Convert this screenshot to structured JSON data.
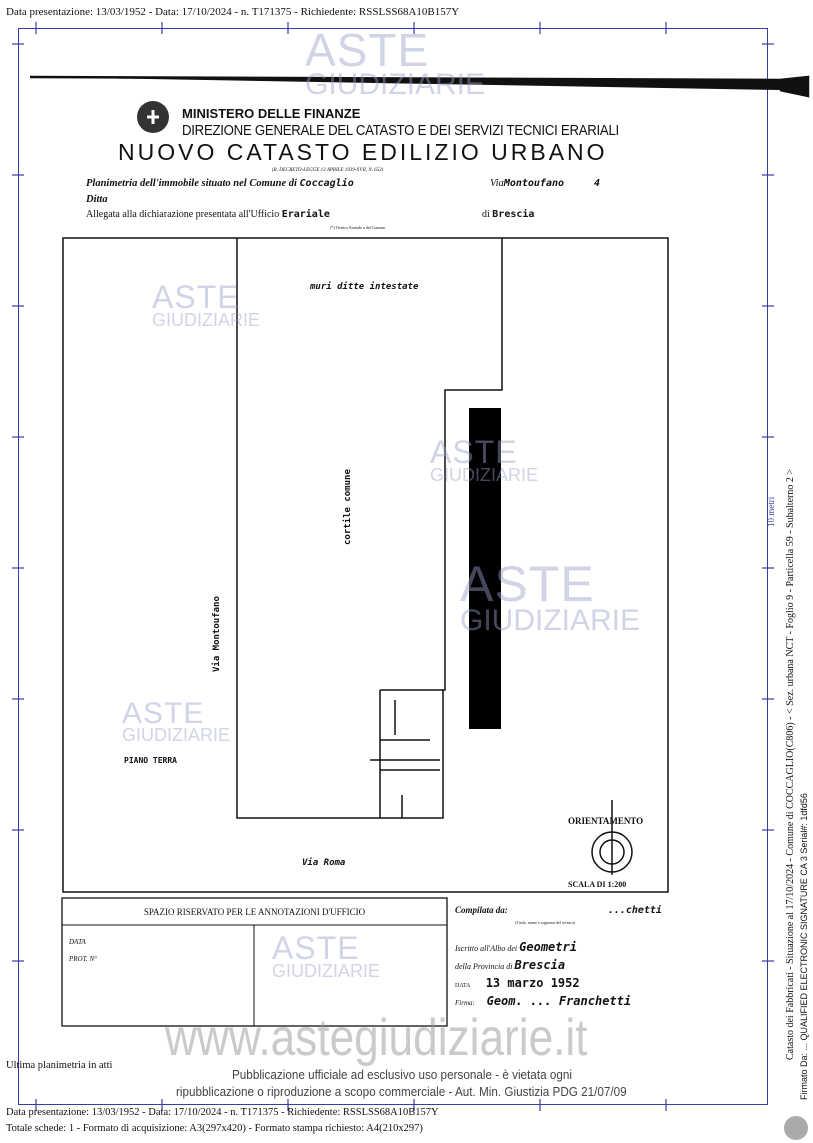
{
  "header": {
    "top_line": "Data presentazione: 13/03/1952 - Data: 17/10/2024 - n. T171375 - Richiedente: RSSLSS68A10B157Y"
  },
  "document": {
    "ministry": "MINISTERO DELLE FINANZE",
    "direction": "DIREZIONE GENERALE DEL CATASTO E DEI SERVIZI TECNICI ERARIALI",
    "title": "NUOVO CATASTO EDILIZIO URBANO",
    "decree": "(R. DECRETO-LEGGE 13 APRILE 1939-XVII, N. 652)",
    "planimetria_label": "Planimetria dell'immobile situato nel Comune di",
    "comune": "Coccaglio",
    "via_label": "Via",
    "via": "Montoufano",
    "civico": "4",
    "ditta_label": "Ditta",
    "allegata_label": "Allegata alla dichiarazione presentata all'Ufficio",
    "ufficio": "Erariale",
    "ufficio_note": "(*) Tecnico Erariale o del Comune",
    "di_label": "di",
    "citta": "Brescia",
    "plan": {
      "north_label": "muri ditte intestate",
      "courtyard": "cortile comune",
      "west_street": "Via Montoufano",
      "south_street": "Via Roma",
      "floor": "PIANO TERRA",
      "orientation": "ORIENTAMENTO",
      "scale": "SCALA DI 1:200"
    },
    "annotations": {
      "title": "SPAZIO RISERVATO PER LE ANNOTAZIONI D'UFFICIO",
      "data": "DATA",
      "prot": "PROT. N°"
    },
    "compilata_label": "Compilata da:",
    "compilata_value": "...chetti",
    "compilata_note": "(Titolo, nome e cognome del tecnico)",
    "albo_label": "Iscritto all'Albo dei",
    "albo": "Geometri",
    "provincia_label": "della Provincia di",
    "provincia": "Brescia",
    "data_label": "DATA",
    "data": "13 marzo 1952",
    "firma_label": "Firma:",
    "firma": "Geom. ... Franchetti"
  },
  "watermark": {
    "aste": "ASTE",
    "giudiziarie": "GIUDIZIARIE",
    "site": "www.astegiudiziarie.it"
  },
  "footer": {
    "ultima": "Ultima planimetria in atti",
    "line1": "Data presentazione: 13/03/1952 - Data: 17/10/2024 - n. T171375 - Richiedente: RSSLSS68A10B157Y",
    "line2": "Totale schede: 1 - Formato di acquisizione: A3(297x420) - Formato stampa richiesto: A4(210x297)",
    "notice1": "Pubblicazione ufficiale ad esclusivo uso personale - è vietata ogni",
    "notice2": "ripubblicazione o riproduzione a scopo commerciale - Aut. Min. Giustizia PDG 21/07/09"
  },
  "side": {
    "scale_bar": "10 metri",
    "catasto": "Catasto dei Fabbricati - Situazione al 17/10/2024 - Comune di COCCAGLIO(C806) - < Sez. urbana NCT - Foglio 9 - Particella 59 - Subalterno 2 >",
    "firmato": "Firmato Da: ... QUALIFIED ELECTRONIC SIGNATURE CA 3 Serial#: 1dfd56"
  }
}
